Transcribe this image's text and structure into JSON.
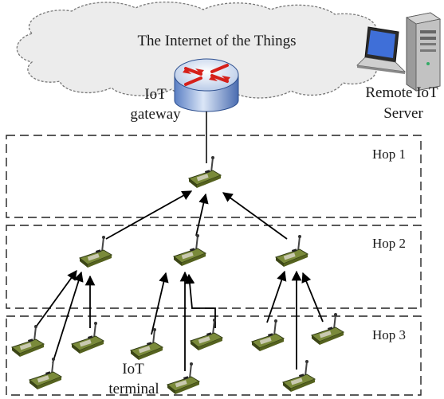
{
  "cloud": {
    "label": "The Internet of the Things"
  },
  "gateway": {
    "label_line1": "IoT",
    "label_line2": "gateway"
  },
  "server": {
    "label_line1": "Remote IoT",
    "label_line2": "Server"
  },
  "hops": [
    {
      "label": "Hop 1"
    },
    {
      "label": "Hop 2"
    },
    {
      "label": "Hop 3"
    }
  ],
  "terminal": {
    "label_line1": "IoT",
    "label_line2": "terminal"
  }
}
